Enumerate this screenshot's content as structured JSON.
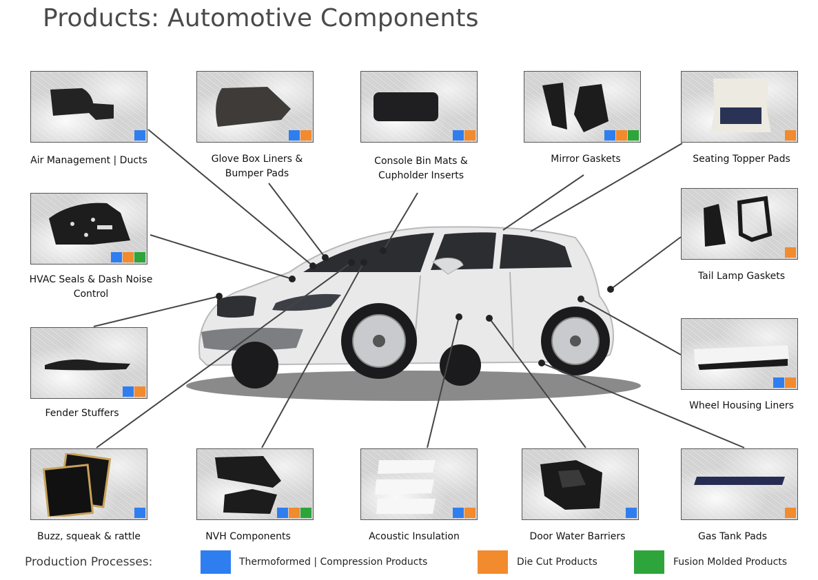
{
  "title": "Products: Automotive Components",
  "colors": {
    "thermoformed": "#2f7ef0",
    "die_cut": "#f28a2e",
    "fusion": "#2ea53a"
  },
  "products": [
    {
      "id": "air",
      "label": "Air Management | Ducts",
      "processes": [
        "thermoformed"
      ]
    },
    {
      "id": "glove",
      "label": "Glove Box Liners &\nBumper Pads",
      "processes": [
        "thermoformed",
        "die_cut"
      ]
    },
    {
      "id": "console",
      "label": "Console Bin Mats &\nCupholder Inserts",
      "processes": [
        "thermoformed",
        "die_cut"
      ]
    },
    {
      "id": "mirror",
      "label": "Mirror Gaskets",
      "processes": [
        "thermoformed",
        "die_cut",
        "fusion"
      ]
    },
    {
      "id": "seating",
      "label": "Seating Topper Pads",
      "processes": [
        "die_cut"
      ]
    },
    {
      "id": "hvac",
      "label": "HVAC Seals & Dash Noise\nControl",
      "processes": [
        "thermoformed",
        "die_cut",
        "fusion"
      ]
    },
    {
      "id": "taillamp",
      "label": "Tail Lamp Gaskets",
      "processes": [
        "die_cut"
      ]
    },
    {
      "id": "fender",
      "label": "Fender Stuffers",
      "processes": [
        "thermoformed",
        "die_cut"
      ]
    },
    {
      "id": "wheel",
      "label": "Wheel Housing Liners",
      "processes": [
        "thermoformed",
        "die_cut"
      ]
    },
    {
      "id": "buzz",
      "label": "Buzz, squeak & rattle",
      "processes": [
        "thermoformed"
      ]
    },
    {
      "id": "nvh",
      "label": "NVH Components",
      "processes": [
        "thermoformed",
        "die_cut",
        "fusion"
      ]
    },
    {
      "id": "acoustic",
      "label": "Acoustic Insulation",
      "processes": [
        "thermoformed",
        "die_cut"
      ]
    },
    {
      "id": "door",
      "label": "Door Water Barriers",
      "processes": [
        "thermoformed"
      ]
    },
    {
      "id": "gastank",
      "label": "Gas Tank Pads",
      "processes": [
        "die_cut"
      ]
    }
  ],
  "legend": {
    "title": "Production Processes:",
    "thermoformed": "Thermoformed | Compression Products",
    "die_cut": "Die Cut Products",
    "fusion": "Fusion Molded Products"
  }
}
